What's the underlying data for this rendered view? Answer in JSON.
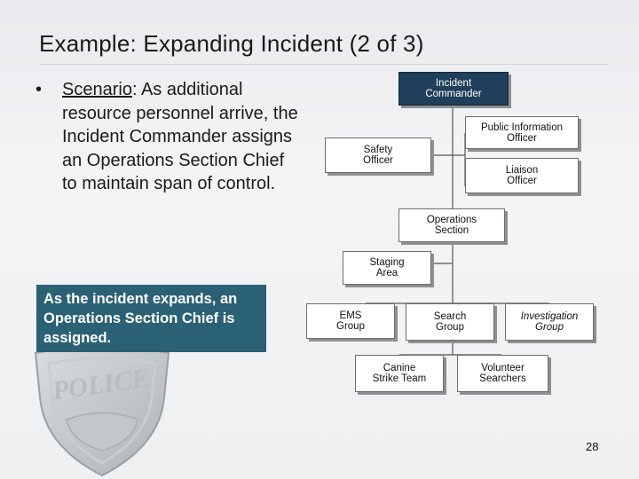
{
  "title": "Example:  Expanding Incident (2 of 3)",
  "bullet": {
    "marker": "•",
    "label": "Scenario",
    "text": ":  As additional resource personnel arrive, the Incident Commander assigns an Operations Section Chief to maintain span of control."
  },
  "callout": "As the incident expands, an Operations Section Chief is assigned.",
  "org_chart": {
    "incident_commander": "Incident\nCommander",
    "public_information_officer": "Public Information\nOfficer",
    "safety_officer": "Safety\nOfficer",
    "liaison_officer": "Liaison\nOfficer",
    "operations_section": "Operations\nSection",
    "staging_area": "Staging\nArea",
    "ems_group": "EMS\nGroup",
    "search_group": "Search\nGroup",
    "investigation_group": "Investigation\nGroup",
    "canine_strike_team": "Canine\nStrike Team",
    "volunteer_searchers": "Volunteer\nSearchers"
  },
  "watermark_text": "POLICE",
  "page_number": "28",
  "colors": {
    "callout_bg": "#2a6174",
    "commander_bg": "#1f3f5a"
  }
}
